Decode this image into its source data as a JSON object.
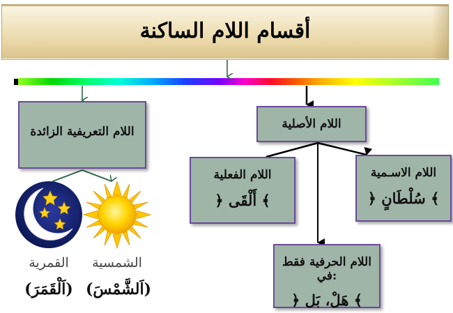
{
  "title": "أقسام اللام الساكنة",
  "branches": {
    "definite": {
      "label": "اللام التعريفية الزائدة"
    },
    "root": {
      "label": "اللام الأصلية"
    },
    "verbal": {
      "label": "اللام الفعلية",
      "example": "﴿ أَلْقَى ﴾"
    },
    "nominal": {
      "label": "اللام الاسـمية",
      "example": "﴿ سُلْطَانٍ ﴾"
    },
    "particle": {
      "label": "اللام الحرفية فقط في:",
      "example": "﴿ هَلْ، بَل ﴾"
    }
  },
  "definite_types": {
    "solar": {
      "label": "الشمسية",
      "example": "(اَلشَّمْسَ)"
    },
    "lunar": {
      "label": "القمرية",
      "example": "(اَلْقَمَرَ)"
    }
  },
  "colors": {
    "box_fill": "#9fb5a8",
    "box_border": "#6a4a9a",
    "connector_green": "#2e6b45",
    "connector_black": "#000000"
  },
  "icons": [
    "moon-icon",
    "sun-icon",
    "star-icon"
  ]
}
